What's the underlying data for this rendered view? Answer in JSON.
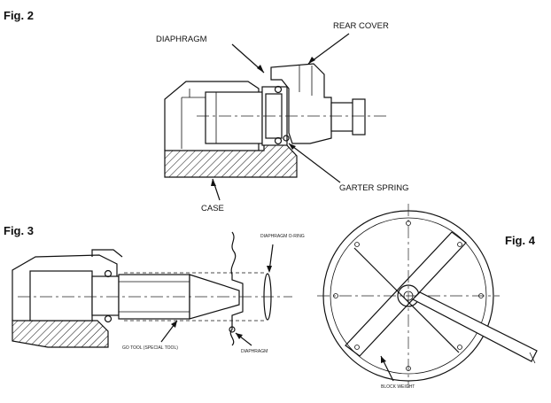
{
  "fig2": {
    "title": "Fig. 2",
    "labels": {
      "diaphragm": "DIAPHRAGM",
      "rear_cover": "REAR COVER",
      "garter_spring": "GARTER SPRING",
      "case": "CASE"
    }
  },
  "fig3": {
    "title": "Fig. 3",
    "labels": {
      "top_right": "DIAPHRAGM O-RING",
      "bottom_left": "GO TOOL (SPECIAL TOOL)",
      "bottom_right": "DIAPHRAGM"
    }
  },
  "fig4": {
    "title": "Fig. 4",
    "labels": {
      "bottom": "BLOCK WEIGHT"
    }
  }
}
